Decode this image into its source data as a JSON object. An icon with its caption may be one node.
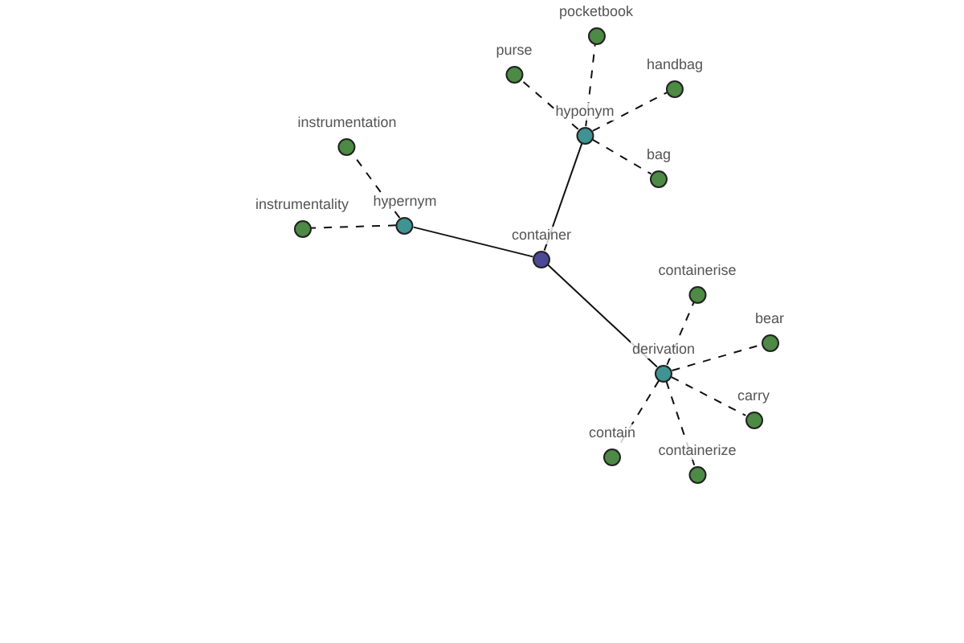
{
  "diagram": {
    "nodes": [
      {
        "text": [
          "pocketbook"
        ]
      },
      {
        "text": [
          "handbag"
        ]
      },
      {
        "text": [
          "purse"
        ]
      },
      {
        "text": [
          "hyponym"
        ]
      },
      {
        "text": [
          "instrumentation"
        ]
      },
      {
        "text": [
          "bag"
        ]
      },
      {
        "text": [
          "hypernym"
        ]
      },
      {
        "text": [
          "instrumentality"
        ]
      },
      {
        "text": [
          "container"
        ]
      },
      {
        "text": [
          "containerise"
        ]
      },
      {
        "text": [
          "bear"
        ]
      },
      {
        "text": [
          "derivation"
        ]
      },
      {
        "text": [
          "carry"
        ]
      },
      {
        "text": [
          "contain"
        ]
      },
      {
        "text": [
          "containerize"
        ]
      }
    ],
    "edges": [
      {
        "from": 8,
        "to": 6,
        "arrow": "none"
      },
      {
        "from": 8,
        "to": 3,
        "arrow": "none"
      },
      {
        "from": 8,
        "to": 11,
        "arrow": "none"
      },
      {
        "from": 6,
        "to": 4,
        "arrow": "none",
        "style": "dashed"
      },
      {
        "from": 6,
        "to": 7,
        "arrow": "none",
        "style": "dashed"
      },
      {
        "from": 3,
        "to": 2,
        "arrow": "none",
        "style": "dashed"
      },
      {
        "from": 3,
        "to": 0,
        "arrow": "none",
        "style": "dashed"
      },
      {
        "from": 3,
        "to": 1,
        "arrow": "none",
        "style": "dashed"
      },
      {
        "from": 3,
        "to": 5,
        "arrow": "none",
        "style": "dashed"
      },
      {
        "from": 11,
        "to": 9,
        "arrow": "none",
        "style": "dashed"
      },
      {
        "from": 11,
        "to": 10,
        "arrow": "none",
        "style": "dashed"
      },
      {
        "from": 11,
        "to": 12,
        "arrow": "none",
        "style": "dashed"
      },
      {
        "from": 11,
        "to": 14,
        "arrow": "none",
        "style": "dashed"
      },
      {
        "from": 11,
        "to": 13,
        "arrow": "none",
        "style": "dashed"
      }
    ]
  }
}
